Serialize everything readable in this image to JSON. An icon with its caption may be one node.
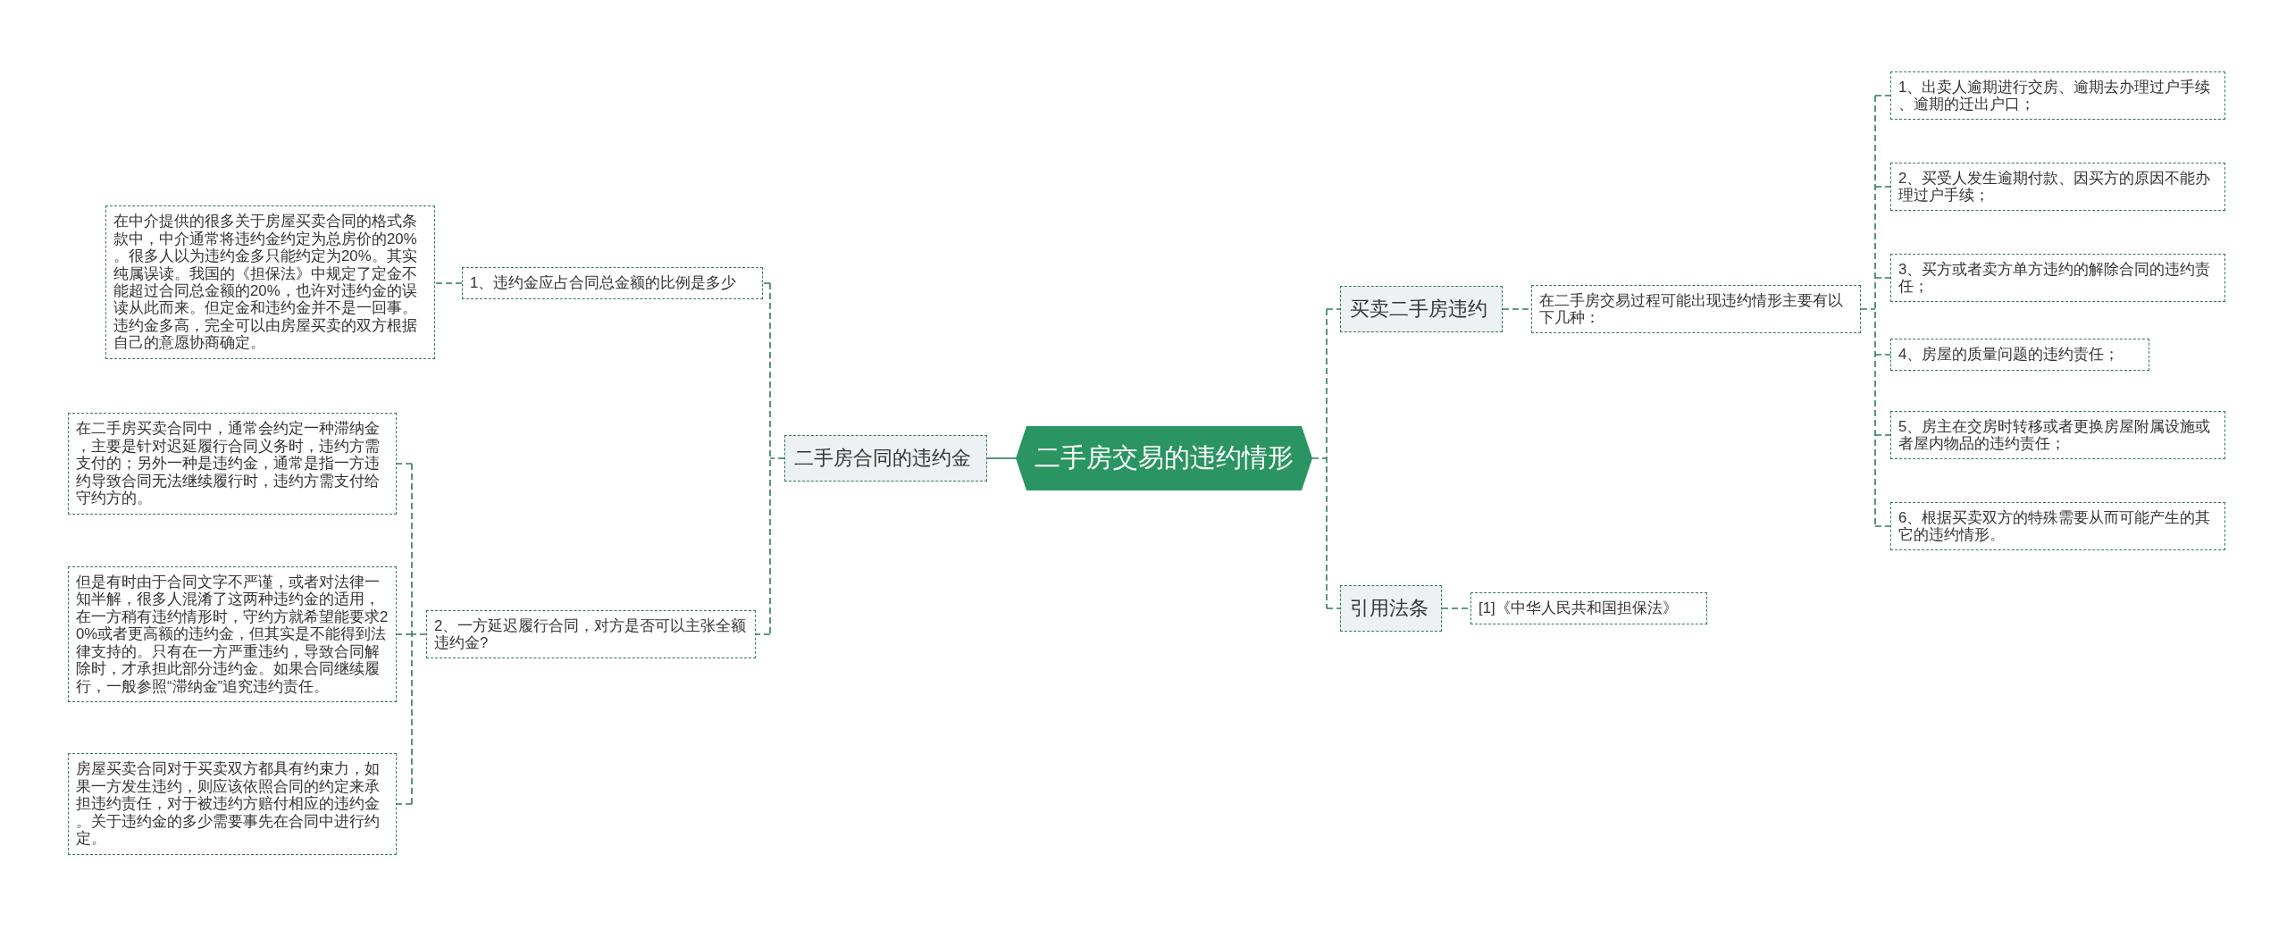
{
  "diagram": {
    "nodes": [
      {
        "text": [
          "二手房交易的违约情形"
        ]
      },
      {
        "text": [
          "二手房合同的违约金"
        ]
      },
      {
        "text": [
          "1、违约金应占合同总金额的比例是多少"
        ]
      },
      {
        "text": [
          "在中介提供的很多关于房屋买卖合同的格式条款中，中介通常将违约金约定为总房价的20%。很多人以为违约金多只能约定为20%。其实纯属误读。我国的《担保法》中规定了定金不能超过合同总金额的20%，也许对违约金的误读从此而来。但定金和违约金并不是一回事。违约金多高，完全可以由房屋买卖的双方根据自己的意愿协商确定。"
        ]
      },
      {
        "text": [
          "2、一方延迟履行合同，对方是否可以主张全额违约金?"
        ]
      },
      {
        "text": [
          "在二手房买卖合同中，通常会约定一种滞纳金，主要是针对迟延履行合同义务时，违约方需支付的；另外一种是违约金，通常是指一方违约导致合同无法继续履行时，违约方需支付给守约方的。"
        ]
      },
      {
        "text": [
          "但是有时由于合同文字不严谨，或者对法律一知半解，很多人混淆了这两种违约金的适用，在一方稍有违约情形时，守约方就希望能要求20%或者更高额的违约金，但其实是不能得到法律支持的。只有在一方严重违约，导致合同解除时，才承担此部分违约金。如果合同继续履行，一般参照“滞纳金”追究违约责任。"
        ]
      },
      {
        "text": [
          "房屋买卖合同对于买卖双方都具有约束力，如果一方发生违约，则应该依照合同的约定来承担违约责任，对于被违约方赔付相应的违约金。关于违约金的多少需要事先在合同中进行约定。"
        ]
      },
      {
        "text": [
          "买卖二手房违约"
        ]
      },
      {
        "text": [
          "在二手房交易过程可能出现违约情形主要有以下几种："
        ]
      },
      {
        "text": [
          "1、出卖人逾期进行交房、逾期去办理过户手续、逾期的迁出户口；"
        ]
      },
      {
        "text": [
          "2、买受人发生逾期付款、因买方的原因不能办理过户手续；"
        ]
      },
      {
        "text": [
          "3、买方或者卖方单方违约的解除合同的违约责任；"
        ]
      },
      {
        "text": [
          "4、房屋的质量问题的违约责任；"
        ]
      },
      {
        "text": [
          "5、房主在交房时转移或者更换房屋附属设施或者屋内物品的违约责任；"
        ]
      },
      {
        "text": [
          "6、根据买卖双方的特殊需要从而可能产生的其它的违约情形。"
        ]
      },
      {
        "text": [
          "引用法条"
        ]
      },
      {
        "text": [
          "[1]《中华人民共和国担保法》"
        ]
      }
    ],
    "edges": [
      {
        "from": 0,
        "to": 1,
        "arrow": "none"
      },
      {
        "from": 1,
        "to": 2,
        "arrow": "none",
        "style": "dashed"
      },
      {
        "from": 2,
        "to": 3,
        "arrow": "none",
        "style": "dashed"
      },
      {
        "from": 1,
        "to": 4,
        "arrow": "none",
        "style": "dashed"
      },
      {
        "from": 4,
        "to": 5,
        "arrow": "none",
        "style": "dashed"
      },
      {
        "from": 4,
        "to": 6,
        "arrow": "none",
        "style": "dashed"
      },
      {
        "from": 4,
        "to": 7,
        "arrow": "none",
        "style": "dashed"
      },
      {
        "from": 0,
        "to": 8,
        "arrow": "none",
        "style": "dashed"
      },
      {
        "from": 8,
        "to": 9,
        "arrow": "none",
        "style": "dashed"
      },
      {
        "from": 9,
        "to": 10,
        "arrow": "none",
        "style": "dashed"
      },
      {
        "from": 9,
        "to": 11,
        "arrow": "none",
        "style": "dashed"
      },
      {
        "from": 9,
        "to": 12,
        "arrow": "none",
        "style": "dashed"
      },
      {
        "from": 9,
        "to": 13,
        "arrow": "none",
        "style": "dashed"
      },
      {
        "from": 9,
        "to": 14,
        "arrow": "none",
        "style": "dashed"
      },
      {
        "from": 9,
        "to": 15,
        "arrow": "none",
        "style": "dashed"
      },
      {
        "from": 0,
        "to": 16,
        "arrow": "none",
        "style": "dashed"
      },
      {
        "from": 16,
        "to": 17,
        "arrow": "none",
        "style": "dashed"
      }
    ]
  }
}
